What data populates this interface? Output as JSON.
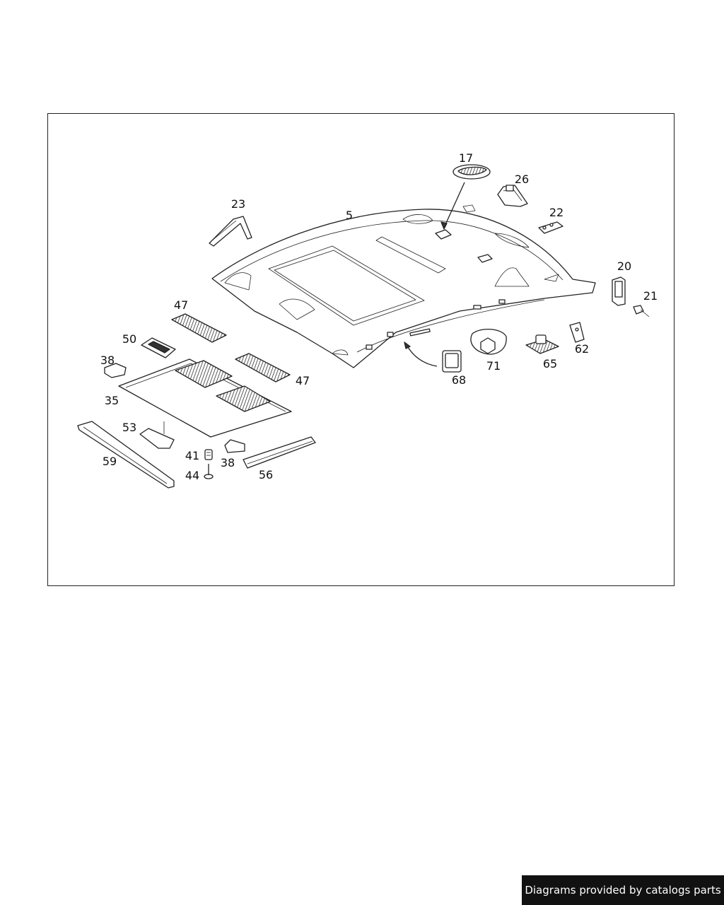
{
  "callouts": {
    "c17": "17",
    "c26": "26",
    "c23": "23",
    "c5": "5",
    "c22": "22",
    "c20": "20",
    "c21": "21",
    "c47a": "47",
    "c47b": "47",
    "c50": "50",
    "c38a": "38",
    "c38b": "38",
    "c35": "35",
    "c53": "53",
    "c59": "59",
    "c41": "41",
    "c44": "44",
    "c56": "56",
    "c68": "68",
    "c71": "71",
    "c65": "65",
    "c62": "62"
  },
  "footer": {
    "credit": "Diagrams provided by catalogs parts"
  }
}
